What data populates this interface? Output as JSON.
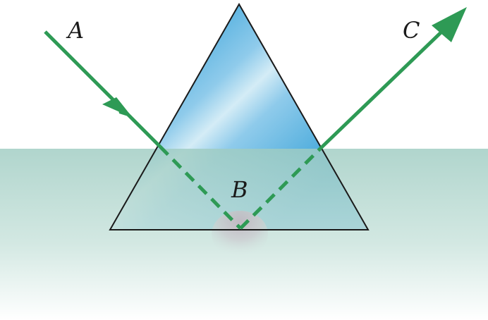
{
  "labels": {
    "a": "A",
    "b": "B",
    "c": "C"
  },
  "colors": {
    "ray": "#2e9a55",
    "prism_top": "#2f9fd8",
    "prism_light": "#d4ecf6",
    "prism_edge": "#1a1a1a",
    "water_top": "#9fccc2",
    "water_bottom": "#ffffff",
    "spot": "#c2186b"
  }
}
